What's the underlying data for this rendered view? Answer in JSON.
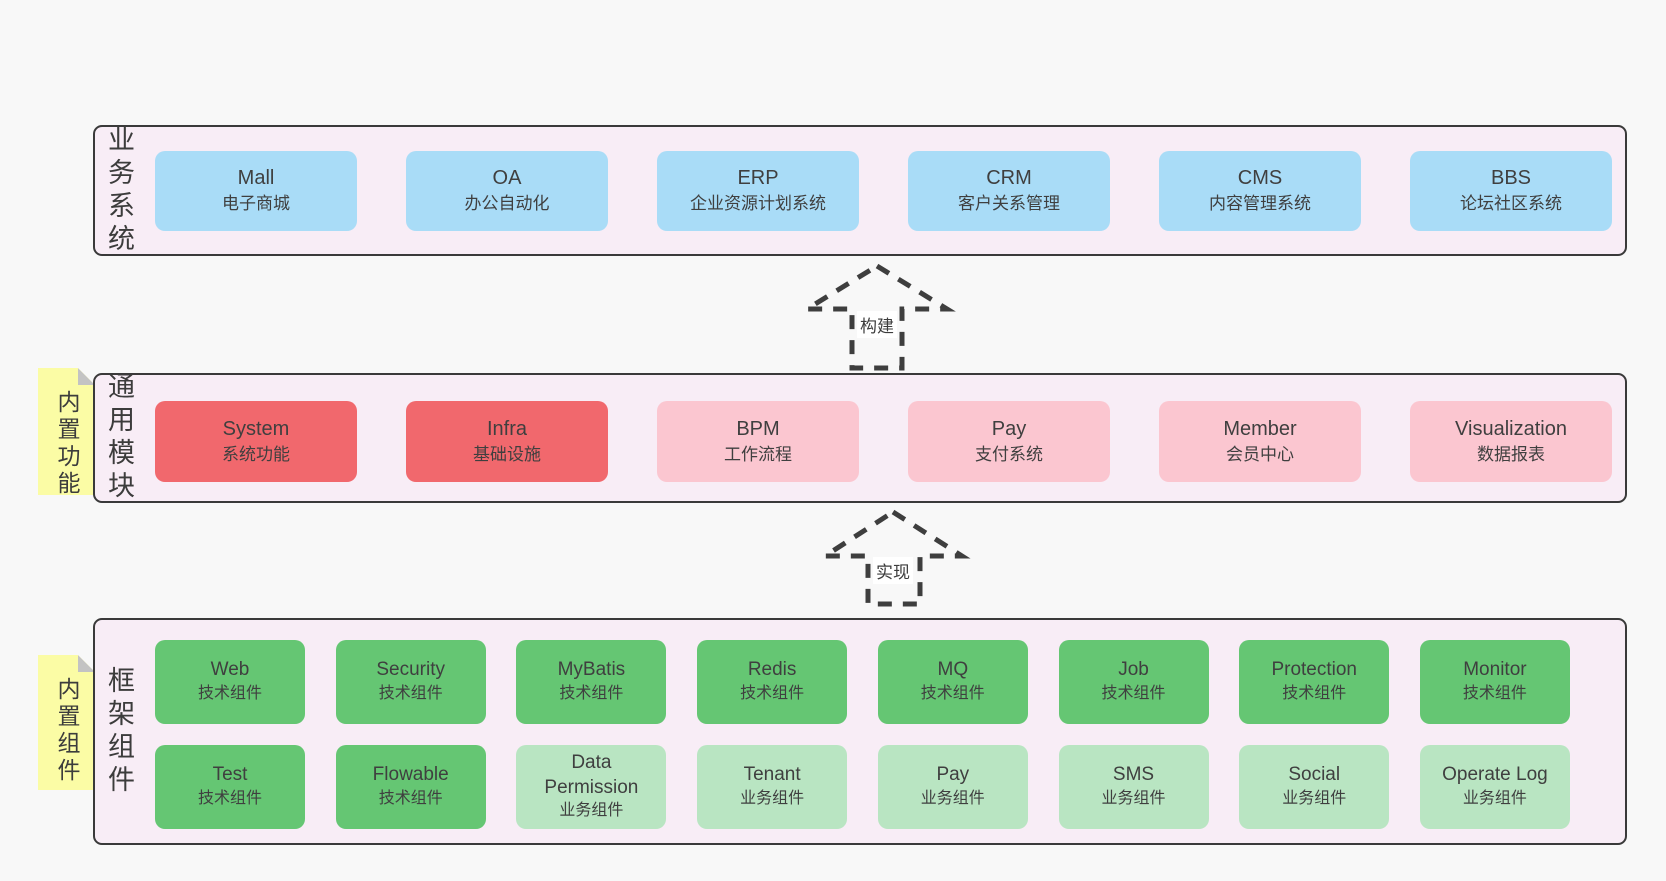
{
  "colors": {
    "page_background": "#f8f8f8",
    "layer_background": "#f8edf6",
    "layer_border": "#3a3a3a",
    "business_box_blue": "#a9dcf7",
    "core_module_red": "#f1686d",
    "optional_module_pink": "#fbc6d0",
    "tech_component_green": "#65c673",
    "biz_component_light_green": "#b9e5c2",
    "sticky_note_yellow": "#fbfca5",
    "text": "#3f3f3f"
  },
  "arrows": [
    {
      "id": "build",
      "label": "构建"
    },
    {
      "id": "implement",
      "label": "实现"
    }
  ],
  "layers": [
    {
      "id": "business",
      "label": "业务系统",
      "sticky": "",
      "rows": [
        [
          {
            "en": "Mall",
            "zh": "电子商城",
            "variant": "blue"
          },
          {
            "en": "OA",
            "zh": "办公自动化",
            "variant": "blue"
          },
          {
            "en": "ERP",
            "zh": "企业资源计划系统",
            "variant": "blue"
          },
          {
            "en": "CRM",
            "zh": "客户关系管理",
            "variant": "blue"
          },
          {
            "en": "CMS",
            "zh": "内容管理系统",
            "variant": "blue"
          },
          {
            "en": "BBS",
            "zh": "论坛社区系统",
            "variant": "blue"
          }
        ]
      ]
    },
    {
      "id": "modules",
      "label": "通用模块",
      "sticky": "内置功能",
      "rows": [
        [
          {
            "en": "System",
            "zh": "系统功能",
            "variant": "red"
          },
          {
            "en": "Infra",
            "zh": "基础设施",
            "variant": "red"
          },
          {
            "en": "BPM",
            "zh": "工作流程",
            "variant": "pink"
          },
          {
            "en": "Pay",
            "zh": "支付系统",
            "variant": "pink"
          },
          {
            "en": "Member",
            "zh": "会员中心",
            "variant": "pink"
          },
          {
            "en": "Visualization",
            "zh": "数据报表",
            "variant": "pink"
          }
        ]
      ]
    },
    {
      "id": "framework",
      "label": "框架组件",
      "sticky": "内置组件",
      "rows": [
        [
          {
            "en": "Web",
            "zh": "技术组件",
            "variant": "green"
          },
          {
            "en": "Security",
            "zh": "技术组件",
            "variant": "green"
          },
          {
            "en": "MyBatis",
            "zh": "技术组件",
            "variant": "green"
          },
          {
            "en": "Redis",
            "zh": "技术组件",
            "variant": "green"
          },
          {
            "en": "MQ",
            "zh": "技术组件",
            "variant": "green"
          },
          {
            "en": "Job",
            "zh": "技术组件",
            "variant": "green"
          },
          {
            "en": "Protection",
            "zh": "技术组件",
            "variant": "green"
          },
          {
            "en": "Monitor",
            "zh": "技术组件",
            "variant": "green"
          }
        ],
        [
          {
            "en": "Test",
            "zh": "技术组件",
            "variant": "green"
          },
          {
            "en": "Flowable",
            "zh": "技术组件",
            "variant": "green"
          },
          {
            "en": "Data Permission",
            "zh": "业务组件",
            "variant": "lightgreen"
          },
          {
            "en": "Tenant",
            "zh": "业务组件",
            "variant": "lightgreen"
          },
          {
            "en": "Pay",
            "zh": "业务组件",
            "variant": "lightgreen"
          },
          {
            "en": "SMS",
            "zh": "业务组件",
            "variant": "lightgreen"
          },
          {
            "en": "Social",
            "zh": "业务组件",
            "variant": "lightgreen"
          },
          {
            "en": "Operate Log",
            "zh": "业务组件",
            "variant": "lightgreen"
          }
        ]
      ]
    }
  ]
}
